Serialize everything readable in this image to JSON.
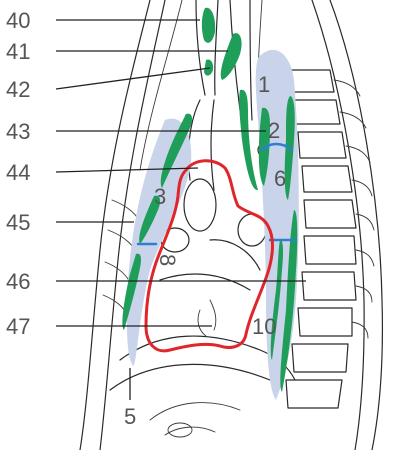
{
  "colors": {
    "node_region_fill": "#c9d3ea",
    "node_region_green": "#1f9e5a",
    "boundary_blue": "#2f7fd0",
    "heart_outline_red": "#e0252b",
    "line_art": "#2a2a2a",
    "label_text": "#555555"
  },
  "left_labels": [
    "40",
    "41",
    "42",
    "43",
    "44",
    "45",
    "46",
    "47"
  ],
  "region_labels": {
    "r1": "1",
    "r2": "2",
    "r3": "3",
    "r5": "5",
    "r6": "6",
    "r8": "8",
    "r10": "10"
  }
}
